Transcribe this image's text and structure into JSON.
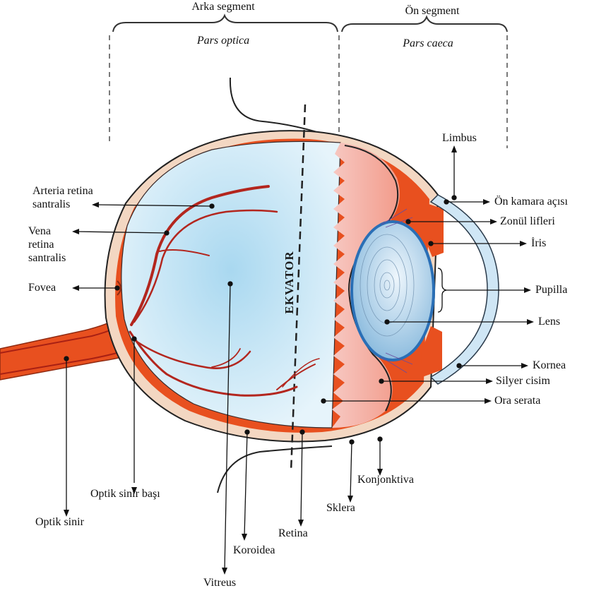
{
  "segments": {
    "posterior": {
      "title": "Arka segment",
      "subtitle": "Pars optica"
    },
    "anterior": {
      "title": "Ön segment",
      "subtitle": "Pars caeca"
    }
  },
  "equator_label": "EKVATOR",
  "labels": {
    "arteria": "Arteria retina santralis",
    "vena": "Vena retina santralis",
    "fovea": "Fovea",
    "optik_sinir_basi": "Optik sinir başı",
    "optik_sinir": "Optik sinir",
    "vitreus": "Vitreus",
    "koroidea": "Koroidea",
    "retina": "Retina",
    "sklera": "Sklera",
    "konjonktiva": "Konjonktiva",
    "limbus": "Limbus",
    "on_kamara": "Ön kamara açısı",
    "zonul": "Zonül lifleri",
    "iris": "İris",
    "pupilla": "Pupilla",
    "lens": "Lens",
    "kornea": "Kornea",
    "silyer": "Silyer cisim",
    "ora": "Ora serata"
  },
  "colors": {
    "sclera": "#f3d7c2",
    "choroid": "#e8501f",
    "vitreous": "#bfe3f4",
    "lens": "#a9d1ea",
    "cornea": "#cfe6f5",
    "vessel": "#b3261e"
  }
}
